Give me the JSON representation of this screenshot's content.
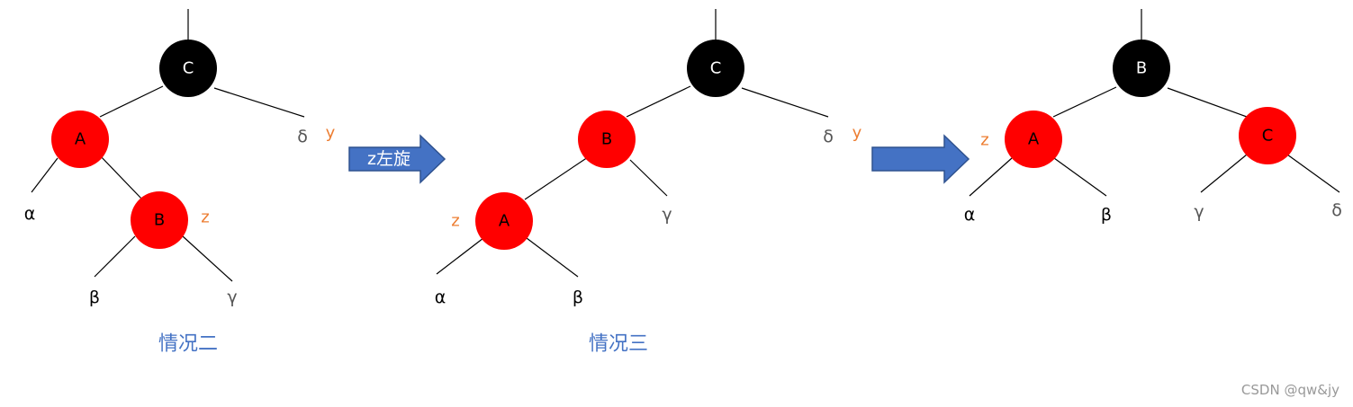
{
  "colors": {
    "red_node": "#ff0000",
    "black_node": "#000000",
    "node_text_on_red": "#000000",
    "node_text_on_black": "#ffffff",
    "leaf_text": "#000000",
    "gray_leaf_text": "#555555",
    "tag_orange": "#ed7d31",
    "caption_blue": "#4472c4",
    "arrow_fill": "#4472c4",
    "arrow_stroke": "#2f528f",
    "arrow_text": "#ffffff",
    "watermark": "#999999"
  },
  "diagram1": {
    "nodes": {
      "C": "C",
      "A": "A",
      "B": "B"
    },
    "leaves": {
      "alpha": "α",
      "beta": "β",
      "gamma": "γ",
      "delta": "δ"
    },
    "tags": {
      "y": "y",
      "z": "z"
    },
    "caption": "情况二"
  },
  "arrow1": {
    "label": "z左旋"
  },
  "diagram2": {
    "nodes": {
      "C": "C",
      "B": "B",
      "A": "A"
    },
    "leaves": {
      "alpha": "α",
      "beta": "β",
      "gamma": "γ",
      "delta": "δ"
    },
    "tags": {
      "y": "y",
      "z": "z"
    },
    "caption": "情况三"
  },
  "arrow2": {
    "label": ""
  },
  "diagram3": {
    "nodes": {
      "B": "B",
      "A": "A",
      "C": "C"
    },
    "leaves": {
      "alpha": "α",
      "beta": "β",
      "gamma": "γ",
      "delta": "δ"
    },
    "tags": {
      "z": "z"
    }
  },
  "watermark": "CSDN @qw&jy"
}
